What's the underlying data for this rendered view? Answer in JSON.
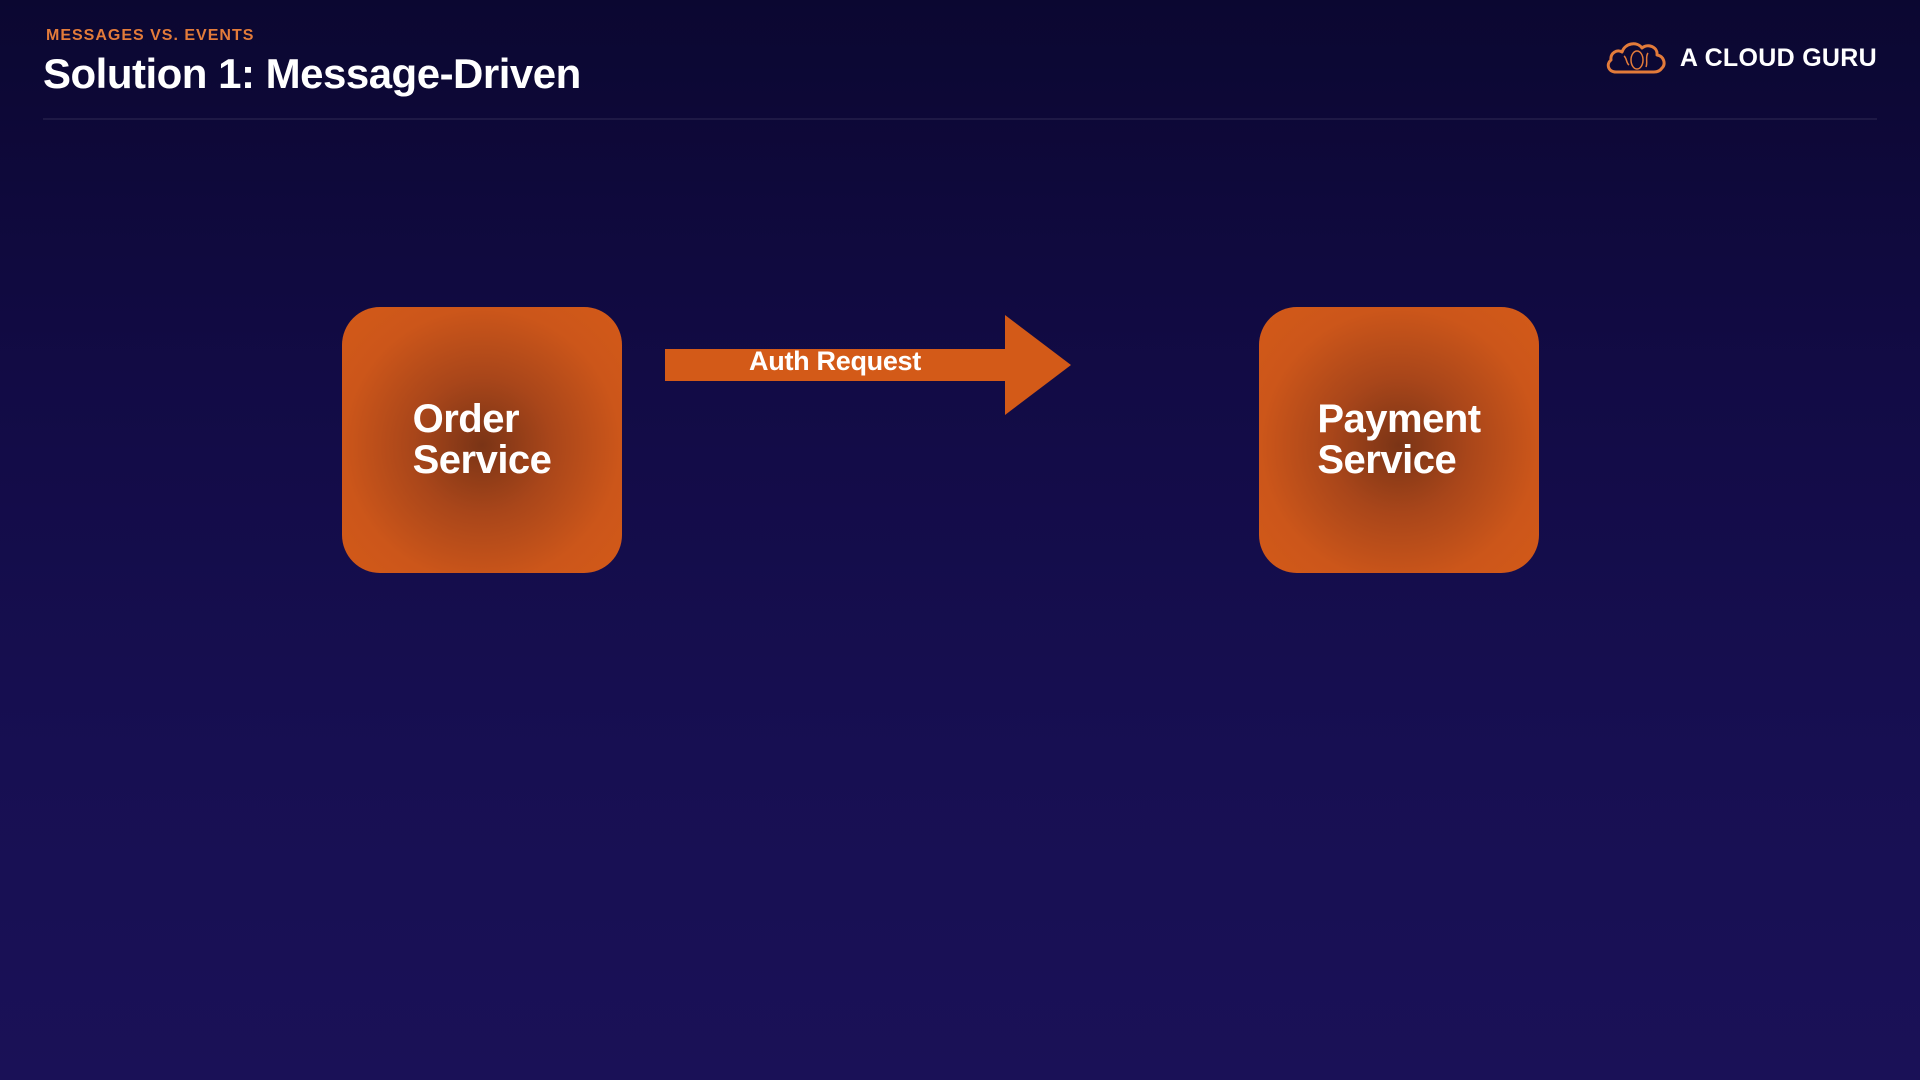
{
  "header": {
    "kicker": "MESSAGES VS. EVENTS",
    "title": "Solution 1: Message-Driven"
  },
  "brand": {
    "name": "A CLOUD GURU",
    "logo_icon": "cloud-icon"
  },
  "diagram": {
    "nodes": [
      {
        "id": "order",
        "label": "Order\nService"
      },
      {
        "id": "payment",
        "label": "Payment\nService"
      }
    ],
    "edges": [
      {
        "from": "order",
        "to": "payment",
        "label": "Auth Request"
      }
    ]
  },
  "colors": {
    "accent": "#d35a18",
    "kicker": "#e37b3a",
    "background_top": "#0b0731",
    "background_bottom": "#1a1157",
    "text": "#ffffff"
  }
}
